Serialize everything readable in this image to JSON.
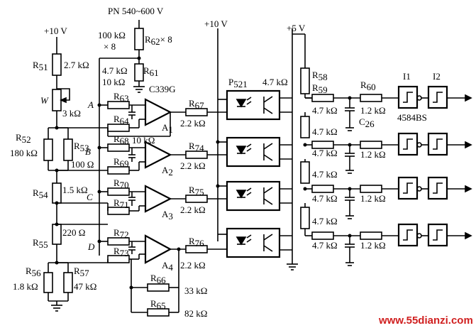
{
  "rails": {
    "v10_left": "+10 V",
    "pn": "PN 540~600 V",
    "v10_mid": "+10 V",
    "v5": "+5 V"
  },
  "labels": {
    "r51": "R",
    "r51_sub": "51",
    "r51_val": "2.7 kΩ",
    "w": "W",
    "w_val": "3 kΩ",
    "r52": "R",
    "r52_sub": "52",
    "r52_val": "180 kΩ",
    "r53": "R",
    "r53_sub": "53",
    "r53_val": "100 Ω",
    "r54": "R",
    "r54_sub": "54",
    "r54_val": "1.5 kΩ",
    "r55_val": "220 Ω",
    "r55": "R",
    "r55_sub": "55",
    "r56": "R",
    "r56_sub": "56",
    "r56_val": "1.8 kΩ",
    "r57": "R",
    "r57_sub": "57",
    "r57_val": "47 kΩ",
    "r62_val": "100 kΩ",
    "r62_mult": "× 8",
    "r62": "R",
    "r62_sub": "62",
    "r62_x8": "× 8",
    "r61_val1": "4.7 kΩ",
    "r61_val2": "10 kΩ",
    "r61": "R",
    "r61_sub": "61",
    "c339g": "C339G",
    "node_a": "A",
    "node_b": "B",
    "node_c": "C",
    "node_d": "D",
    "r63": "R",
    "r63_sub": "63",
    "r64": "R",
    "r64_sub": "64",
    "r68": "R",
    "r68_sub": "68",
    "r69": "R",
    "r69_sub": "69",
    "r70": "R",
    "r70_sub": "70",
    "r71": "R",
    "r71_sub": "71",
    "r72": "R",
    "r72_sub": "72",
    "r73": "R",
    "r73_sub": "73",
    "a1": "A",
    "a1_sub": "1",
    "a2": "A",
    "a2_sub": "2",
    "a3": "A",
    "a3_sub": "3",
    "a4": "A",
    "a4_sub": "4",
    "fb_10k": "10 kΩ",
    "r67": "R",
    "r67_sub": "67",
    "r74": "R",
    "r74_sub": "74",
    "r75": "R",
    "r75_sub": "75",
    "r76": "R",
    "r76_sub": "76",
    "r_22a": "2.2 kΩ",
    "r_22b": "2.2 kΩ",
    "r_22c": "2.2 kΩ",
    "r_22d": "2.2 kΩ",
    "r66": "R",
    "r66_sub": "66",
    "r66_val": "33 kΩ",
    "r65": "R",
    "r65_sub": "65",
    "r65_val": "82 kΩ",
    "p521": "P",
    "p521_sub": "521",
    "pull_47": "4.7 kΩ",
    "r58": "R",
    "r58_sub": "58",
    "r59": "R",
    "r59_sub": "59",
    "r60": "R",
    "r60_sub": "60",
    "c26": "C",
    "c26_sub": "26",
    "i1": "I1",
    "i2": "I2",
    "ic4584": "4584BS",
    "k47_1": "4.7 kΩ",
    "k47_2": "4.7 kΩ",
    "k47_3": "4.7 kΩ",
    "k47_4": "4.7 kΩ",
    "k47_5": "4.7 kΩ",
    "k47_6": "4.7 kΩ",
    "k47_7": "4.7 kΩ",
    "k12_1": "1.2 kΩ",
    "k12_2": "1.2 kΩ",
    "k12_3": "1.2 kΩ",
    "k12_4": "1.2 kΩ"
  },
  "watermark": "www.55dianzi.com"
}
